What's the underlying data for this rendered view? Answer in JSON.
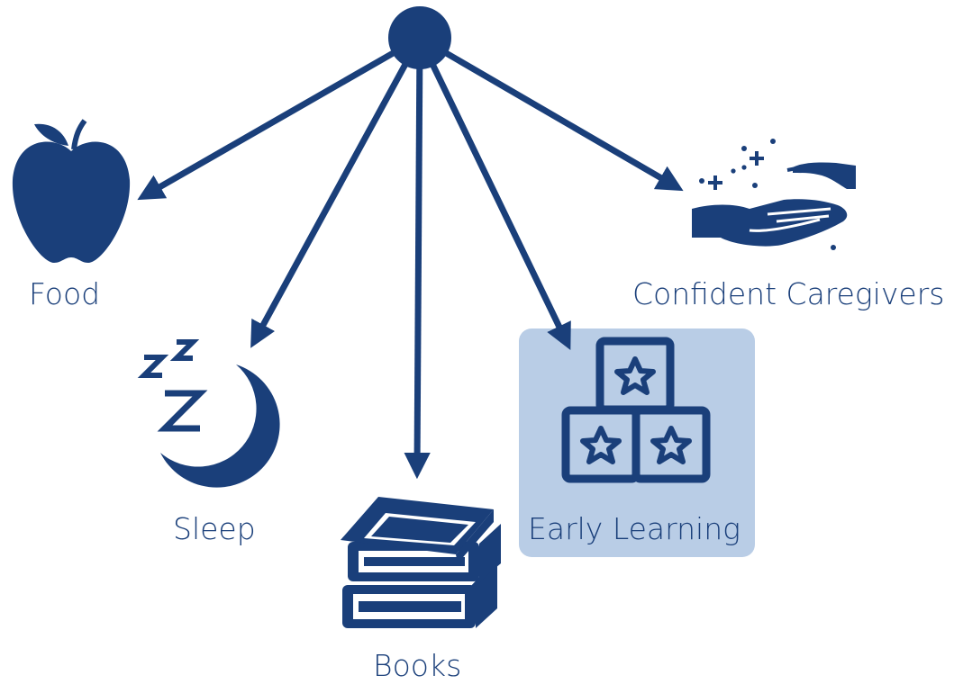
{
  "colors": {
    "primary": "#1a3f7a",
    "highlight": "#b9cde6",
    "label_text": "#1a3f7a"
  },
  "hub": {
    "icon": "circle-node"
  },
  "nodes": [
    {
      "id": "food",
      "label": "Food",
      "icon": "apple-icon",
      "highlighted": false
    },
    {
      "id": "sleep",
      "label": "Sleep",
      "icon": "moon-zzz-icon",
      "highlighted": false
    },
    {
      "id": "books",
      "label": "Books",
      "icon": "book-stack-icon",
      "highlighted": false
    },
    {
      "id": "early-learning",
      "label": "Early Learning",
      "icon": "star-blocks-icon",
      "highlighted": true
    },
    {
      "id": "caregivers",
      "label": "Confident Caregivers",
      "icon": "giving-hands-icon",
      "highlighted": false
    }
  ]
}
